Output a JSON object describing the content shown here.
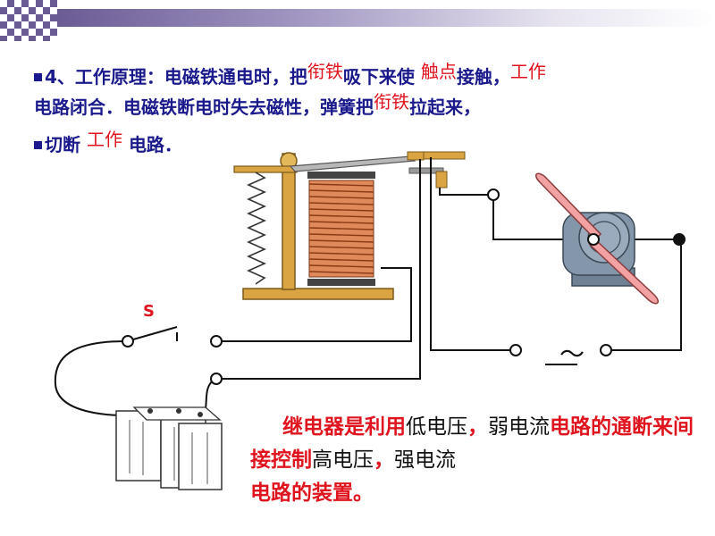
{
  "text": {
    "line1": {
      "num": "4、工作原理：电磁铁通电时，把",
      "red1": "衔铁",
      "mid": "吸下来使",
      "red2": "触点",
      "tail": "接触，",
      "red3": "工作"
    },
    "line2": {
      "start": "电路闭合．电磁铁断电时失去磁性，弹簧把",
      "red": "衔铁",
      "end": "拉起来，"
    },
    "line3": {
      "start": "切断",
      "red": "工作",
      "end": "电路．"
    },
    "switch_label": "S",
    "ac_symbol": "～",
    "caption": {
      "p1": "继电器是利用",
      "p2": "低电压",
      "p3": "，",
      "p4": "弱电流",
      "p5": "电路的通断来间接控制",
      "p6": "高电压",
      "p7": "，",
      "p8": "强电流",
      "p9": "电路的装置。"
    }
  },
  "colors": {
    "accent_purple": "#6b5b95",
    "text_blue": "#1a1a8c",
    "text_red": "#e0141e",
    "wire": "#111111",
    "coil": "#c0552a",
    "wood": "#d9a441",
    "motor": "#8496a9",
    "fan": "#f2a2a2"
  },
  "icons": [
    "relay-icon",
    "motor-fan-icon",
    "battery-icon",
    "switch-icon",
    "ac-source-icon"
  ]
}
